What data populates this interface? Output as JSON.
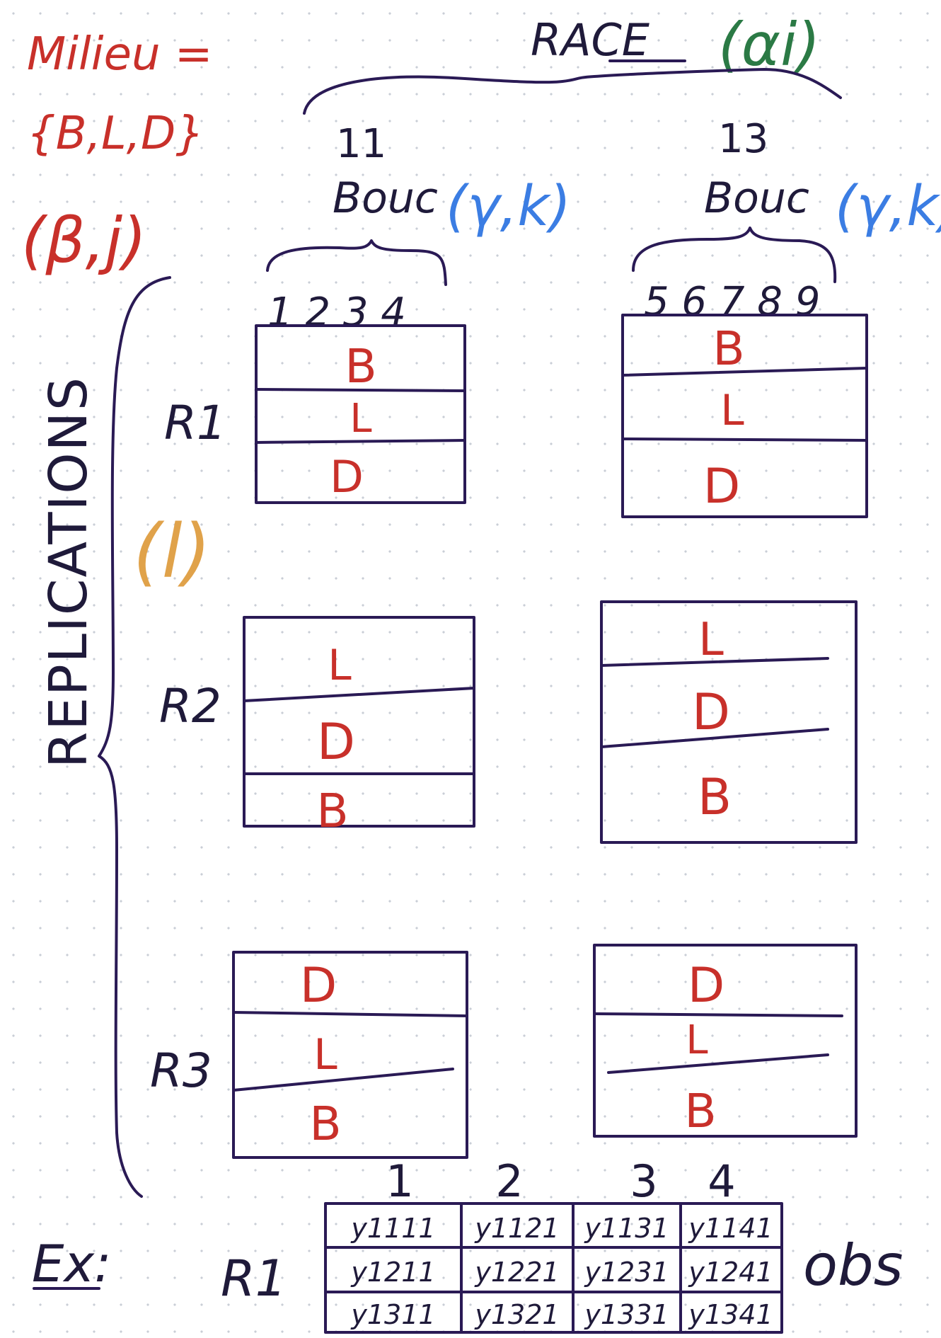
{
  "milieu": {
    "line1": "Milieu =",
    "line2": "{B,L,D}",
    "line3": "(β,j)"
  },
  "race": {
    "label": "RACE",
    "param": "(αi)"
  },
  "group11": {
    "number": "11",
    "bouc": "Bouc",
    "param": "(γ,k)",
    "ids": "1 2 3 4"
  },
  "group13": {
    "number": "13",
    "bouc": "Bouc",
    "param": "(γ,k)",
    "ids": "5 6 7 8 9"
  },
  "replications": {
    "label": "REPLICATIONS",
    "param": "(l)",
    "rows": [
      {
        "label": "R1",
        "left": [
          "B",
          "L",
          "D"
        ],
        "right": [
          "B",
          "L",
          "D"
        ]
      },
      {
        "label": "R2",
        "left": [
          "L",
          "D",
          "B"
        ],
        "right": [
          "L",
          "D",
          "B"
        ]
      },
      {
        "label": "R3",
        "left": [
          "D",
          "L",
          "B"
        ],
        "right": [
          "D",
          "L",
          "B"
        ]
      }
    ]
  },
  "example": {
    "label": "Ex:",
    "row_label": "R1",
    "col_headers": [
      "1",
      "2",
      "3",
      "4"
    ],
    "cells": [
      [
        "y1111",
        "y1121",
        "y1131",
        "y1141"
      ],
      [
        "y1211",
        "y1221",
        "y1231",
        "y1241"
      ],
      [
        "y1311",
        "y1321",
        "y1331",
        "y1341"
      ]
    ],
    "obs": "obs"
  },
  "colors": {
    "ink": "#2a1a55",
    "red": "#c8302a",
    "blue": "#3b7de3",
    "green": "#2b7a45",
    "orange": "#e0a24a"
  }
}
